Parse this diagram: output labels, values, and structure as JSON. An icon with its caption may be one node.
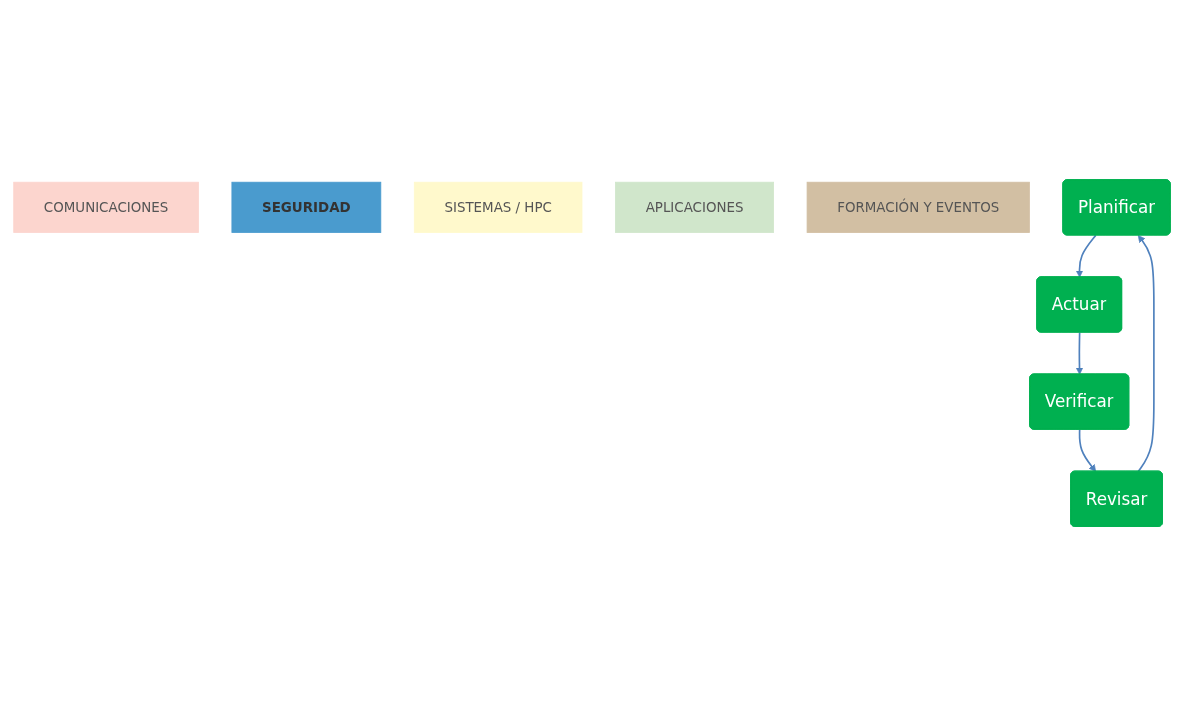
{
  "diagram": {
    "nodes": [
      {
        "text": [
          "COMUNICACIONES"
        ]
      },
      {
        "text": [
          "SEGURIDAD"
        ]
      },
      {
        "text": [
          "SISTEMAS / HPC"
        ]
      },
      {
        "text": [
          "APLICACIONES"
        ]
      },
      {
        "text": [
          "FORMACIÓN Y EVENTOS"
        ]
      },
      {
        "text": [
          "Planificar"
        ]
      },
      {
        "text": [
          "Actuar"
        ]
      },
      {
        "text": [
          "Verificar"
        ]
      },
      {
        "text": [
          "Revisar"
        ]
      }
    ],
    "edges": [
      {
        "from": 5,
        "to": 6,
        "arrow": "to"
      },
      {
        "from": 6,
        "to": 7,
        "arrow": "to"
      },
      {
        "from": 7,
        "to": 8,
        "arrow": "to"
      },
      {
        "from": 8,
        "to": 5,
        "arrow": "to"
      }
    ]
  }
}
